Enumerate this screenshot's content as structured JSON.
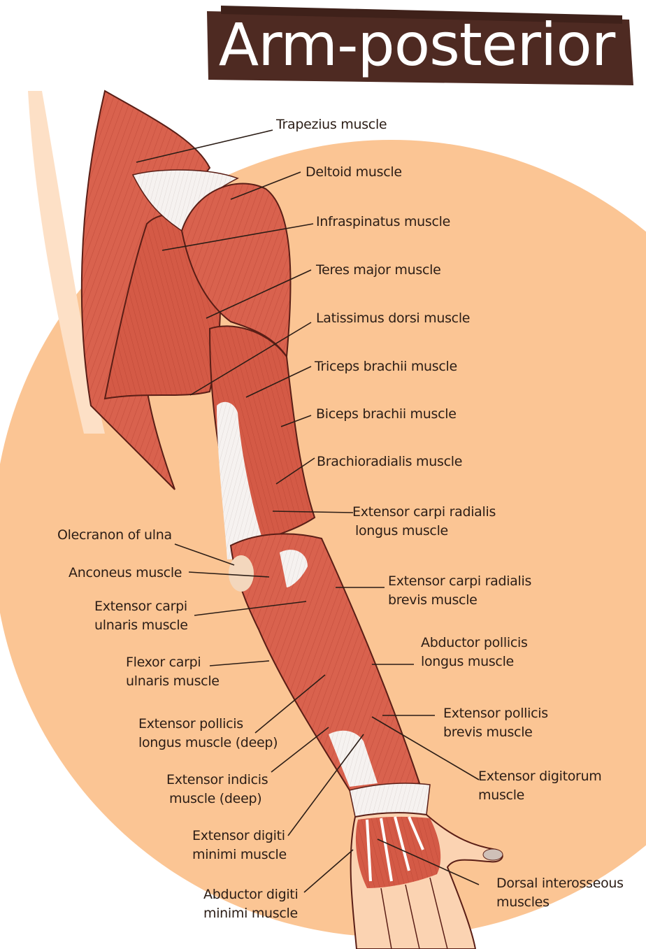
{
  "title": "Arm-posterior",
  "colors": {
    "background": "#ffffff",
    "circle": "#fbc594",
    "skin_light": "#fde0c6",
    "muscle": "#d9624e",
    "muscle_dark": "#b8402f",
    "tendon": "#f4f0ee",
    "banner": "#4e2a22",
    "leader_line": "#2b1d16",
    "label_text": "#2b1d16"
  },
  "labels": {
    "trapezius": [
      "Trapezius muscle"
    ],
    "deltoid": [
      "Deltoid muscle"
    ],
    "infraspinatus": [
      "Infraspinatus muscle"
    ],
    "teres_major": [
      "Teres major muscle"
    ],
    "latissimus_dorsi": [
      "Latissimus dorsi muscle"
    ],
    "triceps_brachii": [
      "Triceps brachii muscle"
    ],
    "biceps_brachii": [
      "Biceps brachii muscle"
    ],
    "brachioradialis": [
      "Brachioradialis muscle"
    ],
    "ext_carpi_rad_longus": [
      "Extensor carpi radialis",
      "longus muscle"
    ],
    "olecranon": [
      "Olecranon of ulna"
    ],
    "anconeus": [
      "Anconeus muscle"
    ],
    "ext_carpi_rad_brevis": [
      "Extensor carpi radialis",
      "brevis muscle"
    ],
    "ext_carpi_ulnaris": [
      "Extensor carpi",
      "ulnaris muscle"
    ],
    "abductor_pollicis_longus": [
      "Abductor pollicis",
      "longus muscle"
    ],
    "flexor_carpi_ulnaris": [
      "Flexor carpi",
      "ulnaris muscle"
    ],
    "ext_pollicis_brevis": [
      "Extensor pollicis",
      "brevis muscle"
    ],
    "ext_pollicis_longus": [
      "Extensor pollicis",
      "longus muscle (deep)"
    ],
    "ext_digitorum": [
      "Extensor digitorum",
      "muscle"
    ],
    "ext_indicis": [
      "Extensor indicis",
      "muscle (deep)"
    ],
    "ext_digiti_minimi": [
      "Extensor digiti",
      "minimi muscle"
    ],
    "dorsal_interosseous": [
      "Dorsal interosseous",
      "muscles"
    ],
    "abductor_digiti_minimi": [
      "Abductor digiti",
      "minimi muscle"
    ]
  }
}
